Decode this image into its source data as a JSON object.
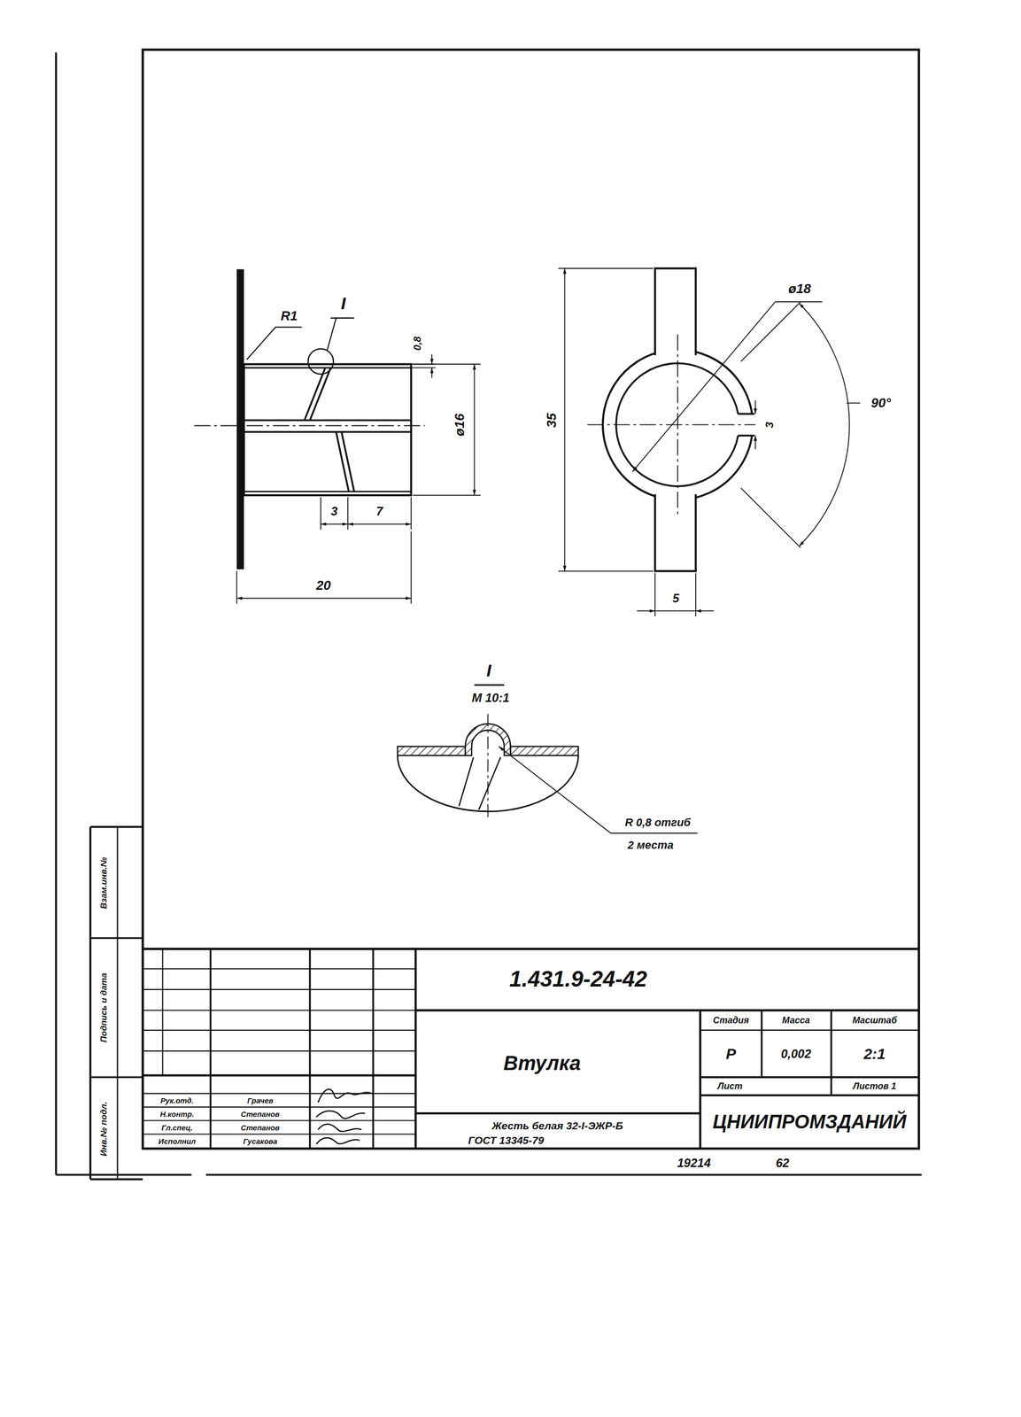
{
  "diagram": {
    "title": "Втулка",
    "labels": [
      "I",
      "R1",
      "0,8",
      "ø16",
      "3",
      "7",
      "20",
      "ø18",
      "90°",
      "3",
      "35",
      "5",
      "I",
      "М 10:1",
      "R 0,8 отгиб",
      "2 места",
      "1.431.9-24-42",
      "Стадия",
      "Масса",
      "Масштаб",
      "Р",
      "0,002",
      "2:1",
      "Лист",
      "Листов 1",
      "ЦНИИПРОМЗДАНИЙ",
      "Жесть белая 32-I-ЭЖР-Б",
      "ГОСТ 13345-79",
      "Рук.отд.",
      "Грачев",
      "Н.контр.",
      "Степанов",
      "Гл.спец.",
      "Степанов",
      "Исполнил",
      "Гусакова",
      "Инв.№ подл.",
      "Подпись и дата",
      "Взам.инв.№",
      "19214",
      "62"
    ]
  }
}
